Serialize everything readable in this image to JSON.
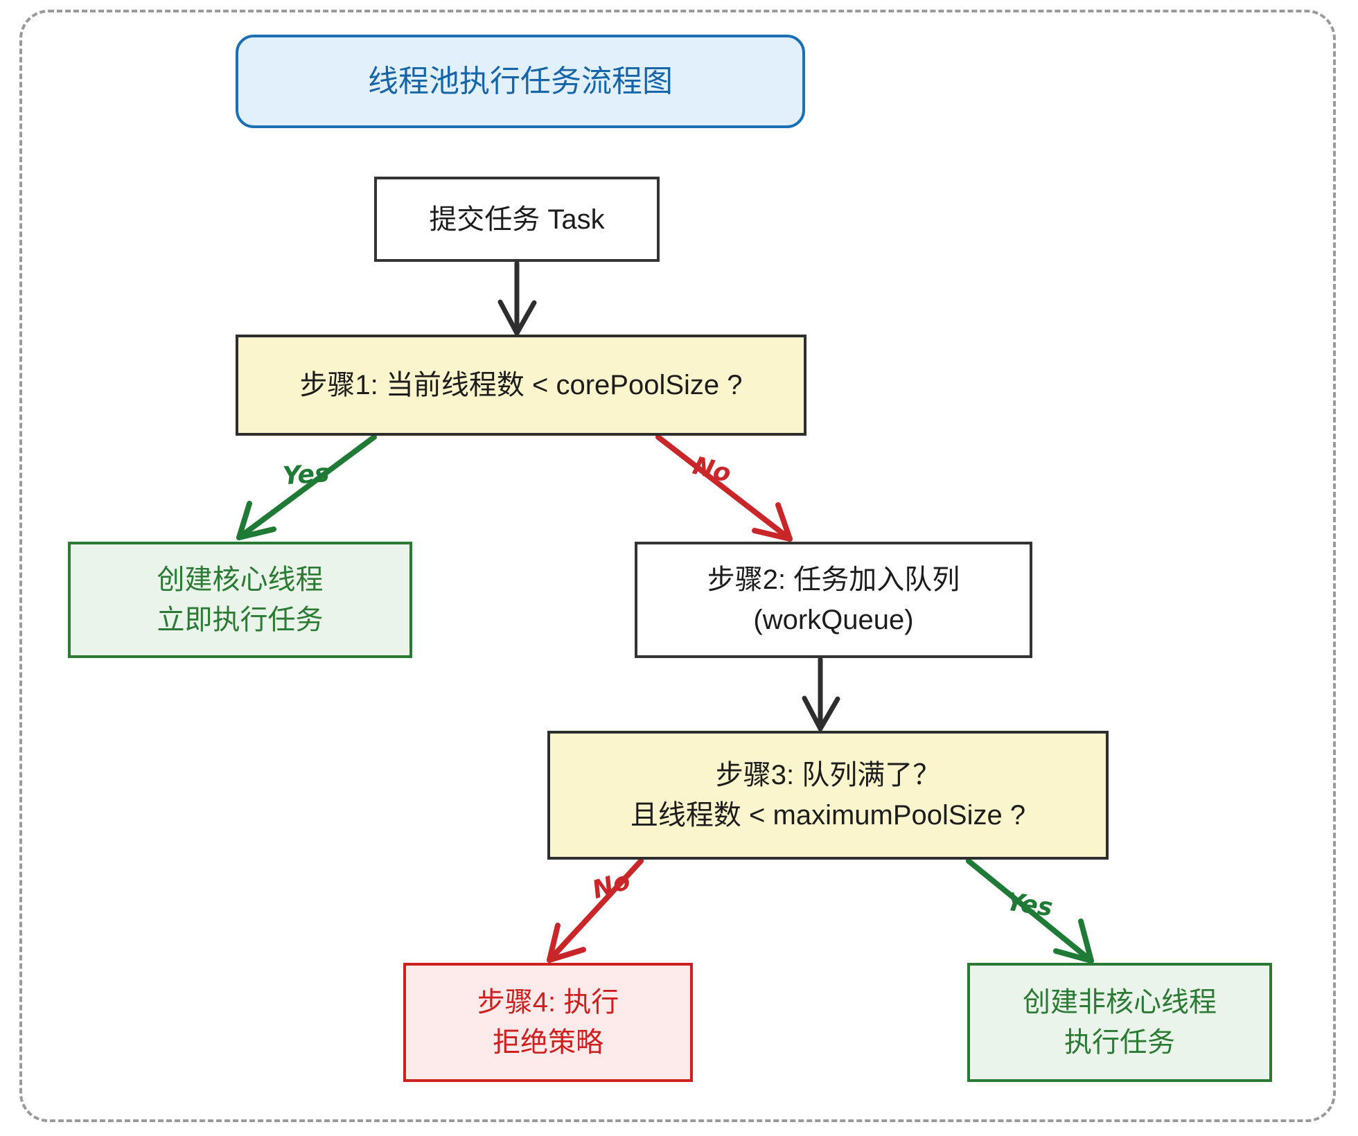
{
  "diagram": {
    "type": "flowchart",
    "title": "线程池执行任务流程图",
    "frame_style": "dashed-rounded",
    "colors": {
      "title_fill": "#e1f0fb",
      "title_stroke": "#1a6fb5",
      "title_text": "#1565a8",
      "decision_fill": "#fbf5cd",
      "decision_stroke": "#2e2e2e",
      "success_fill": "#eaf4ea",
      "success_stroke": "#2a7a33",
      "reject_fill": "#fdeaea",
      "reject_stroke": "#cf2020",
      "plain_fill": "#ffffff",
      "plain_stroke": "#333333",
      "yes_edge": "#1e7a34",
      "no_edge": "#c9262a",
      "frame_stroke": "#9a9a9a"
    },
    "nodes": {
      "title": {
        "label": "线程池执行任务流程图",
        "shape": "rounded",
        "kind": "title"
      },
      "submit_task": {
        "label": "提交任务 Task",
        "shape": "rect",
        "kind": "process"
      },
      "step1": {
        "label": "步骤1: 当前线程数 < corePoolSize ?",
        "shape": "rect",
        "kind": "decision"
      },
      "core_thread": {
        "label": "创建核心线程\n立即执行任务",
        "shape": "rect",
        "kind": "success"
      },
      "step2": {
        "label": "步骤2: 任务加入队列\n(workQueue)",
        "shape": "rect",
        "kind": "process"
      },
      "step3": {
        "label": "步骤3: 队列满了？\n且线程数 < maximumPoolSize ?",
        "shape": "rect",
        "kind": "decision"
      },
      "step4": {
        "label": "步骤4: 执行\n拒绝策略",
        "shape": "rect",
        "kind": "reject"
      },
      "noncore_thread": {
        "label": "创建非核心线程\n执行任务",
        "shape": "rect",
        "kind": "success"
      }
    },
    "edges": [
      {
        "from": "submit_task",
        "to": "step1",
        "label": "",
        "color": "#2e2e2e"
      },
      {
        "from": "step1",
        "to": "core_thread",
        "label": "Yes",
        "color": "#1e7a34"
      },
      {
        "from": "step1",
        "to": "step2",
        "label": "No",
        "color": "#c9262a"
      },
      {
        "from": "step2",
        "to": "step3",
        "label": "",
        "color": "#2e2e2e"
      },
      {
        "from": "step3",
        "to": "step4",
        "label": "No",
        "color": "#c9262a"
      },
      {
        "from": "step3",
        "to": "noncore_thread",
        "label": "Yes",
        "color": "#1e7a34"
      }
    ],
    "edge_labels": {
      "yes_1": "Yes",
      "no_1": "No",
      "no_2": "No",
      "yes_2": "Yes"
    }
  }
}
